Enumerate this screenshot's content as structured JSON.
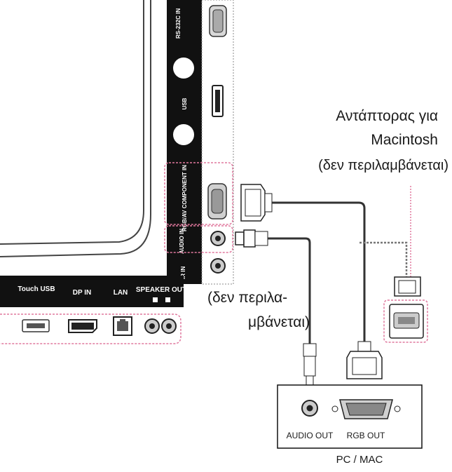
{
  "side_panel": {
    "ports": [
      "RS-232C IN",
      "USB",
      "RGB/AV COMPONENT IN",
      "AUDIO IN",
      "IR IN"
    ]
  },
  "bottom_panel": {
    "ports": [
      "Touch USB",
      "DP IN",
      "LAN",
      "SPEAKER OUT"
    ]
  },
  "adapter_note": {
    "line1": "Αντάπτορας για",
    "line2": "Macintosh",
    "line3": "(δεν περιλαμβάνεται)"
  },
  "cable_note": {
    "line1": "(δεν περιλα-",
    "line2": "μβάνεται)"
  },
  "pc_box": {
    "audio_out": "AUDIO OUT",
    "rgb_out": "RGB OUT",
    "caption": "PC / MAC"
  },
  "colors": {
    "panel": "#111111",
    "dotted_highlight": "#e0789e",
    "cable": "#333333"
  }
}
